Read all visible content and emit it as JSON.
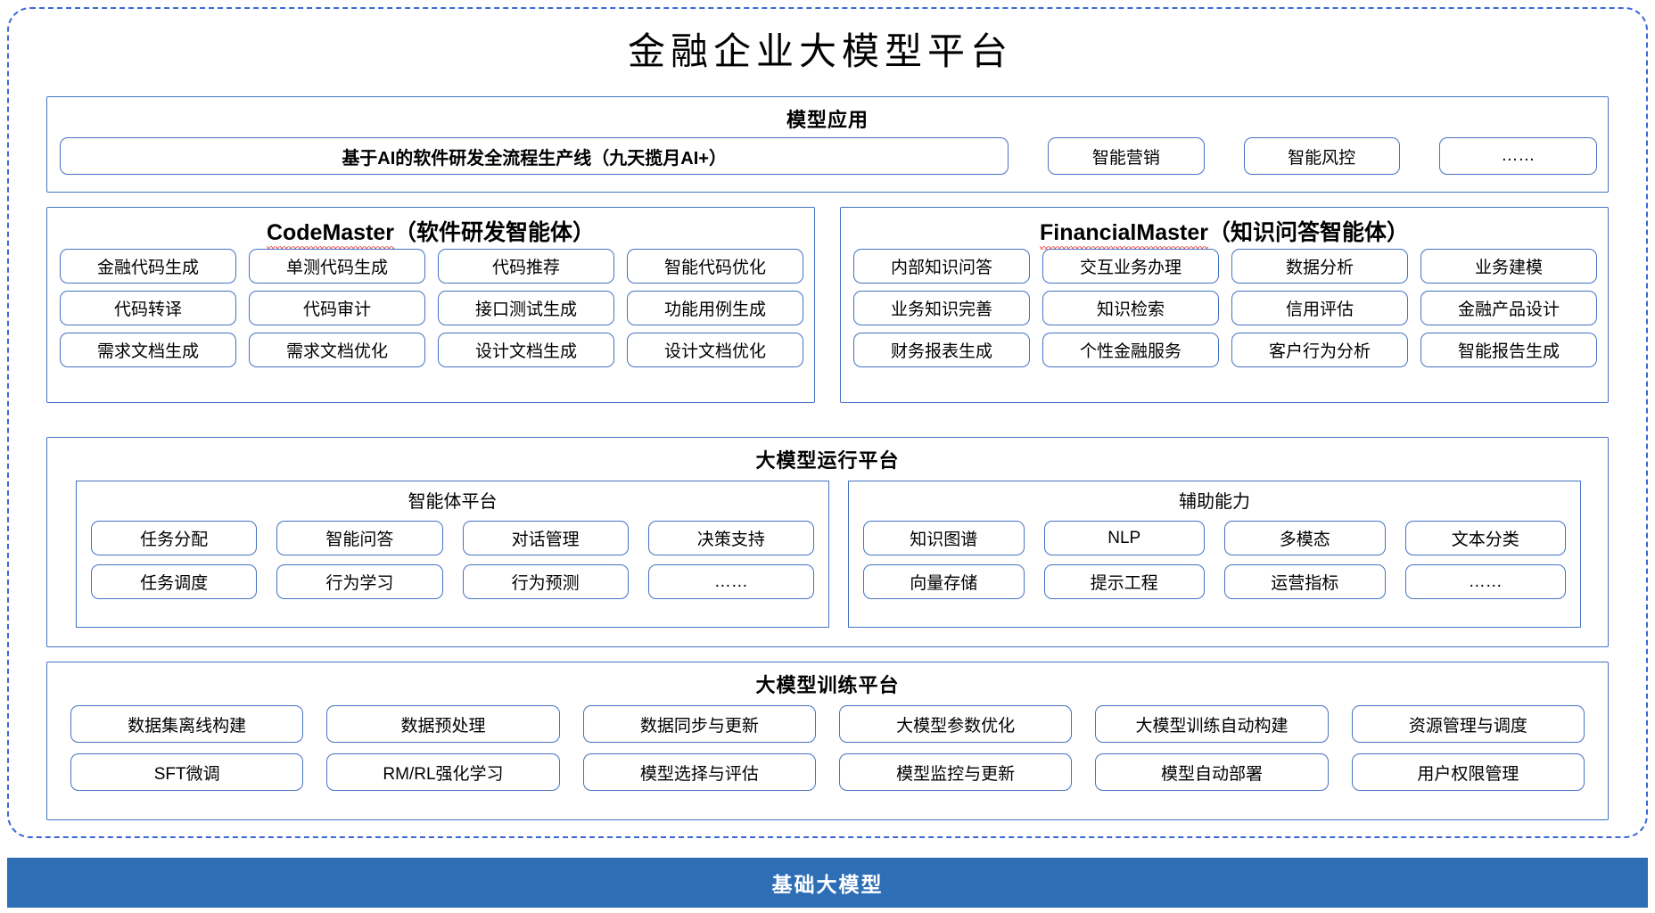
{
  "title": "金融企业大模型平台",
  "colors": {
    "frame_border": "#3a68d8",
    "panel_border": "#4472c4",
    "base_bar": "#2e6eb5",
    "spellcheck_underline": "#e8302a"
  },
  "model_application": {
    "title": "模型应用",
    "primary": "基于AI的软件研发全流程生产线（九天揽月AI+）",
    "items": [
      "智能营销",
      "智能风控",
      "……"
    ]
  },
  "agents": [
    {
      "name": "CodeMaster",
      "suffix": "（软件研发智能体）",
      "items": [
        "金融代码生成",
        "单测代码生成",
        "代码推荐",
        "智能代码优化",
        "代码转译",
        "代码审计",
        "接口测试生成",
        "功能用例生成",
        "需求文档生成",
        "需求文档优化",
        "设计文档生成",
        "设计文档优化"
      ]
    },
    {
      "name": "FinancialMaster",
      "suffix": "（知识问答智能体）",
      "items": [
        "内部知识问答",
        "交互业务办理",
        "数据分析",
        "业务建模",
        "业务知识完善",
        "知识检索",
        "信用评估",
        "金融产品设计",
        "财务报表生成",
        "个性金融服务",
        "客户行为分析",
        "智能报告生成"
      ]
    }
  ],
  "run_platform": {
    "title": "大模型运行平台",
    "subsections": [
      {
        "title": "智能体平台",
        "items": [
          "任务分配",
          "智能问答",
          "对话管理",
          "决策支持",
          "任务调度",
          "行为学习",
          "行为预测",
          "……"
        ]
      },
      {
        "title": "辅助能力",
        "items": [
          "知识图谱",
          "NLP",
          "多模态",
          "文本分类",
          "向量存储",
          "提示工程",
          "运营指标",
          "……"
        ]
      }
    ]
  },
  "train_platform": {
    "title": "大模型训练平台",
    "items": [
      "数据集离线构建",
      "数据预处理",
      "数据同步与更新",
      "大模型参数优化",
      "大模型训练自动构建",
      "资源管理与调度",
      "SFT微调",
      "RM/RL强化学习",
      "模型选择与评估",
      "模型监控与更新",
      "模型自动部署",
      "用户权限管理"
    ]
  },
  "base_bar": {
    "label": "基础大模型"
  }
}
